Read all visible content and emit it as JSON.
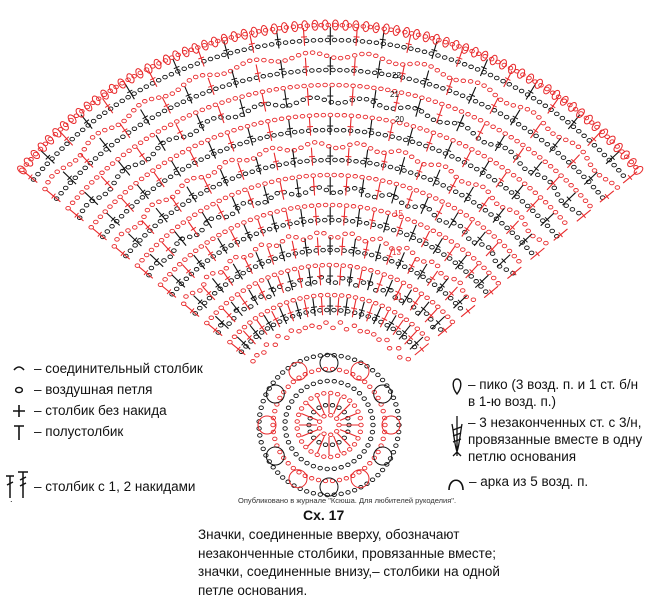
{
  "colors": {
    "red": "#e8292b",
    "black": "#111111",
    "bg": "#ffffff"
  },
  "diagram": {
    "row_numbers": [
      "22",
      "21",
      "20",
      "15",
      "13",
      "11"
    ]
  },
  "legend_left": [
    {
      "icon": "slip-stitch-icon",
      "text": "– соединительный столбик"
    },
    {
      "icon": "chain-stitch-icon",
      "text": "– воздушная петля"
    },
    {
      "icon": "single-crochet-icon",
      "text": "– столбик без накида"
    },
    {
      "icon": "half-double-crochet-icon",
      "text": "– полустолбик"
    },
    {
      "icon": "double-crochet-icon",
      "text": "– столбик с 1, 2 накидами"
    }
  ],
  "legend_right": [
    {
      "icon": "picot-icon",
      "lines": [
        "– пико (3 возд. п. и 1 ст. б/н",
        "в 1-ю возд. п.)"
      ]
    },
    {
      "icon": "cluster-icon",
      "lines": [
        "– 3 незаконченных ст. с 3/н,",
        "провязанные вместе в одну",
        "петлю основания"
      ]
    },
    {
      "icon": "arch-icon",
      "lines": [
        "– арка из 5 возд. п."
      ]
    }
  ],
  "credit": "Опубликовано в журнале \"Ксюша. Для любителей рукоделия\".",
  "figure_number": "Сх. 17",
  "caption": [
    "Значки, соединенные вверху, обозначают",
    "незаконченные столбики, провязанные вместе;",
    "значки, соединенные внизу,– столбики на одной",
    "петле основания."
  ]
}
